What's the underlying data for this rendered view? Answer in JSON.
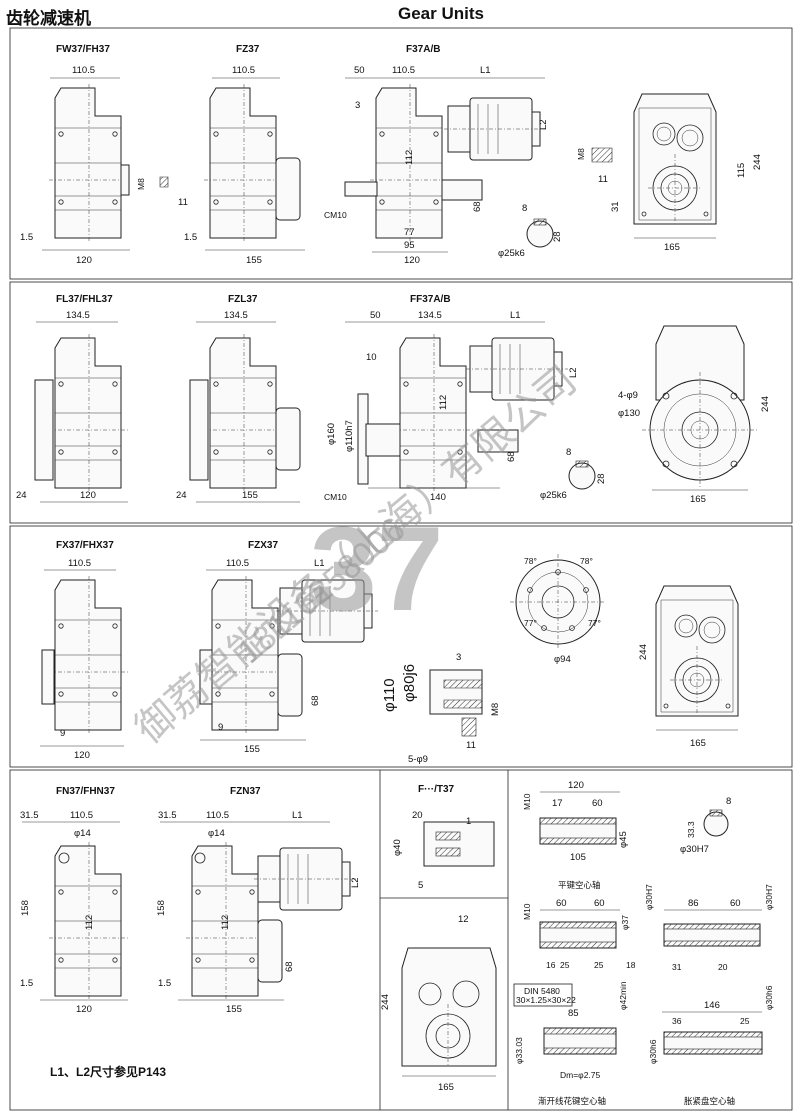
{
  "header": {
    "title_cn": "齿轮减速机",
    "title_en": "Gear Units"
  },
  "row1": {
    "fw": {
      "title": "FW37/FH37",
      "d_top": "110.5",
      "d_m8": "M8",
      "d_11": "11",
      "d_15": "1.5",
      "d_bot": "120"
    },
    "fz": {
      "title": "FZ37",
      "d_top": "110.5",
      "d_15": "1.5",
      "d_bot": "155"
    },
    "f37": {
      "title": "F37A/B",
      "d_50": "50",
      "d_top": "110.5",
      "d_l1": "L1",
      "d_l2": "L2",
      "d_3": "3",
      "d_112": "112",
      "d_68": "68",
      "d_77": "77",
      "d_95": "95",
      "d_120": "120",
      "d_cm": "CM10"
    },
    "key": {
      "d_8": "8",
      "d_28": "28",
      "d_phi": "φ25k6"
    },
    "m8": {
      "d_m8": "M8",
      "d_11": "11"
    },
    "end": {
      "d_244": "244",
      "d_115": "115",
      "d_31": "31",
      "d_165": "165"
    }
  },
  "row2": {
    "fl": {
      "title": "FL37/FHL37",
      "d_top": "134.5",
      "d_24": "24",
      "d_bot": "120"
    },
    "fzl": {
      "title": "FZL37",
      "d_top": "134.5",
      "d_24": "24",
      "d_bot": "155"
    },
    "ff": {
      "title": "FF37A/B",
      "d_50": "50",
      "d_top": "134.5",
      "d_l1": "L1",
      "d_l2": "L2",
      "d_10": "10",
      "d_112": "112",
      "d_phi160": "φ160",
      "d_phi110": "φ110h7",
      "d_68": "68",
      "d_140": "140",
      "d_cm": "CM10"
    },
    "key": {
      "d_8": "8",
      "d_28": "28",
      "d_phi": "φ25k6"
    },
    "end": {
      "d_holes": "4-φ9",
      "d_phi130": "φ130",
      "d_244": "244",
      "d_165": "165"
    }
  },
  "row3": {
    "fx": {
      "title": "FX37/FHX37",
      "d_top": "110.5",
      "d_9": "9",
      "d_bot": "120"
    },
    "fzx": {
      "title": "FZX37",
      "d_top": "110.5",
      "d_l1": "L1",
      "d_9": "9",
      "d_68": "68",
      "d_bot": "155"
    },
    "flange": {
      "d_phi110": "φ110",
      "d_phi80": "φ80j6",
      "d_3": "3",
      "d_m8": "M8",
      "d_11": "11",
      "d_holes": "5-φ9"
    },
    "circle": {
      "a1": "78°",
      "a2": "78°",
      "a3": "77°",
      "a4": "77°",
      "d_phi94": "φ94"
    },
    "end": {
      "d_244": "244",
      "d_165": "165"
    }
  },
  "row4": {
    "fn": {
      "title": "FN37/FHN37",
      "d_315": "31.5",
      "d_top": "110.5",
      "d_phi14": "φ14",
      "d_158": "158",
      "d_112": "112",
      "d_15": "1.5",
      "d_bot": "120"
    },
    "fzn": {
      "title": "FZN37",
      "d_315": "31.5",
      "d_top": "110.5",
      "d_l1": "L1",
      "d_phi14": "φ14",
      "d_158": "158",
      "d_112": "112",
      "d_l2": "L2",
      "d_68": "68",
      "d_15": "1.5",
      "d_bot": "155"
    },
    "note": "L1、L2尺寸参见P143",
    "ft": {
      "title": "F···/T37",
      "d_20": "20",
      "d_1": "1",
      "d_phi40": "φ40",
      "d_5": "5"
    },
    "end": {
      "d_12": "12",
      "d_244": "244",
      "d_165": "165"
    },
    "shafts": {
      "a": {
        "d_120": "120",
        "d_17": "17",
        "d_60": "60",
        "d_m10": "M10",
        "d_phi45": "φ45",
        "d_105": "105",
        "d_8": "8",
        "d_333": "33.3",
        "d_phi30": "φ30H7",
        "caption": "平键空心轴"
      },
      "b": {
        "d_m10": "M10",
        "d_60a": "60",
        "d_60b": "60",
        "d_phi37": "φ37",
        "d_phi30": "φ30H7",
        "d_16": "16",
        "d_25a": "25",
        "d_25b": "25",
        "d_18": "18"
      },
      "c": {
        "d_86": "86",
        "d_60": "60",
        "d_phi30": "φ30H7",
        "d_31": "31",
        "d_20": "20"
      },
      "d": {
        "din": "DIN 5480",
        "spec": "30×1.25×30×22",
        "d_85": "85",
        "d_phi42": "φ42min",
        "d_phi33": "φ33.03",
        "d_dm": "Dm=φ2.75",
        "caption": "渐开线花键空心轴"
      },
      "e": {
        "d_146": "146",
        "d_36": "36",
        "d_25": "25",
        "d_phi30a": "φ30h6",
        "d_phi30b": "φ30h6",
        "caption": "胀紧盘空心轴"
      }
    }
  },
  "watermark": {
    "company": "御荔智能设备（上海）有限公司",
    "phone": "18116258006",
    "big": "37"
  }
}
